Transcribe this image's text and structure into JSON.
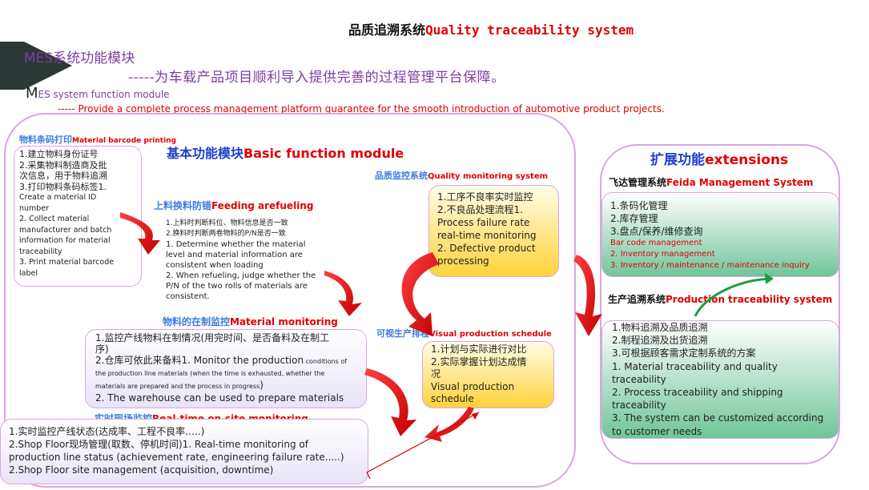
{
  "title": {
    "cn": "品质追溯系统",
    "en": "Quality traceability system"
  },
  "mes": {
    "cn_title": "MES系统功能模块",
    "cn_sub": "-----为车载产品项目顺利导入提供完善的过程管理平台保障。",
    "en_title_big": "M",
    "en_title_rest": "ES system function module",
    "en_sub": "----- Provide a complete process management platform guarantee for the smooth introduction of automotive product projects."
  },
  "basic": {
    "cn": "基本功能模块",
    "en": "Basic function module"
  },
  "barcode": {
    "heading_cn": "物料条码打印",
    "heading_en": "Material barcode printing",
    "lines": [
      "1.建立物料身份证号",
      "2.采集物料制造商及批",
      "次信息，用于物料追溯",
      "3.打印物料条码标签1.",
      "Create a material ID",
      "number",
      "2. Collect material",
      "manufacturer and batch",
      "information for material",
      "traceability",
      "3. Print material barcode",
      "label"
    ]
  },
  "feeding": {
    "heading_cn": "上料换料防错",
    "heading_en": "Feeding arefueling",
    "lines": [
      "1.上料时判断料位、物料信息是否一致",
      "2.换料时判断两卷物料的P/N是否一致",
      "1. Determine whether the material",
      "level and material information are",
      "consistent when loading",
      "2. When refueling, judge whether the",
      "P/N of the two rolls of materials are",
      "consistent."
    ]
  },
  "quality": {
    "heading_cn": "品质监控系统",
    "heading_en": "Quality monitoring system",
    "lines": [
      "1.工序不良率实时监控",
      "2.不良品处理流程1.",
      "Process failure rate",
      "real-time monitoring",
      "2. Defective product",
      "processing"
    ]
  },
  "material": {
    "heading_cn": "物料的在制监控",
    "heading_en": "Material monitoring",
    "line1": "1.监控产线物料在制情况(用完时间、是否备料及在制工",
    "line2": "序)",
    "line3_big": "2.仓库可依此来备料1. Monitor the production",
    "line3_small": " conditions of",
    "line4": "the production line materials (when the time is exhausted, whether the",
    "line5_small": "materials are prepared and the process in progress",
    "line5_big": ")",
    "line6": "2. The warehouse can be used to prepare materials"
  },
  "visual": {
    "heading_cn": "可视生产排程",
    "heading_en": "Visual production schedule",
    "lines": [
      "1.计划与实际进行对比",
      "2.实际掌握计划达成情",
      "况",
      "Visual production",
      "schedule"
    ]
  },
  "realtime": {
    "heading_cn": "实时现场监控",
    "heading_en": "Real-time on-site monitoring",
    "lines": [
      "1.实时监控产线状态(达成率、工程不良率…..)",
      "2.Shop Floor现场管理(取数、停机时间)1. Real-time monitoring of",
      "production line status (achievement rate, engineering failure rate.....)",
      "2.Shop Floor site management (acquisition, downtime)"
    ]
  },
  "extensions": {
    "cn": "扩展功能",
    "en": "extensions"
  },
  "feida": {
    "heading_cn": "飞达管理系统",
    "heading_en": "Feida Management System",
    "lines_cn": [
      "1.条码化管理",
      "2.库存管理",
      "3.盘点/保养/维修查询"
    ],
    "lines_en": [
      "Bar code management",
      "2. Inventory management",
      "3. Inventory / maintenance / maintenance inquiry"
    ]
  },
  "production": {
    "heading_cn": "生产追溯系统",
    "heading_en": "Production traceability system",
    "lines": [
      "1.物料追溯及品质追溯",
      "2.制程追溯及出货追溯",
      "3.可根据顾客需求定制系统的方案",
      "1. Material traceability and quality",
      "traceability",
      "2. Process traceability and shipping",
      "traceability",
      "3. The system can be customized according",
      "to customer needs"
    ]
  },
  "colors": {
    "accent_red": "#e00000",
    "heading_blue": "#3c7be0",
    "frame": "#d9a6e0",
    "arrow_green": "#1aa040"
  }
}
